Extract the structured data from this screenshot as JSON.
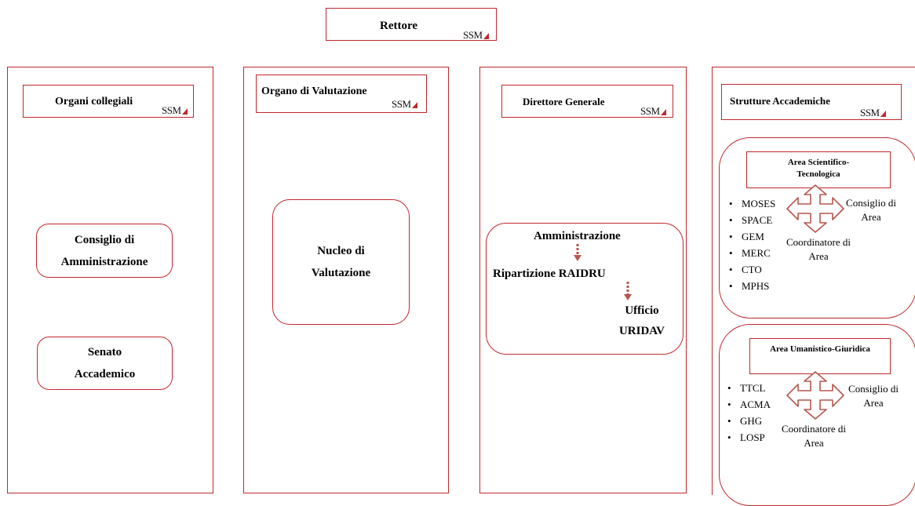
{
  "logo_text": "SSM",
  "rector": {
    "title": "Rettore"
  },
  "columns": [
    {
      "header": "Organi collegiali",
      "items": [
        "Consiglio di Amministrazione",
        "Senato Accademico"
      ]
    },
    {
      "header": "Organo di Valutazione",
      "items": [
        "Nucleo di Valutazione"
      ]
    },
    {
      "header": "Direttore Generale",
      "flow": [
        "Amministrazione",
        "Ripartizione RAIDRU",
        "Ufficio URIDAV"
      ]
    },
    {
      "header": "Strutture Accademiche",
      "areas": [
        {
          "title": "Area Scientifico-Tecnologica",
          "departments": [
            "MOSES",
            "SPACE",
            "GEM",
            "MERC",
            "CTO",
            "MPHS"
          ],
          "council": "Consiglio di Area",
          "coordinator": "Coordinatore di Area"
        },
        {
          "title": "Area Umanistico-Giuridica",
          "departments": [
            "TTCL",
            "ACMA",
            "GHG",
            "LOSP"
          ],
          "council": "Consiglio di Area",
          "coordinator": "Coordinatore di Area"
        }
      ]
    }
  ],
  "colors": {
    "accent": "#c0282d",
    "arrow": "#b5574f"
  },
  "icons": [
    "dashed-arrow-down-icon",
    "four-way-arrow-icon",
    "ssm-logo-icon"
  ]
}
